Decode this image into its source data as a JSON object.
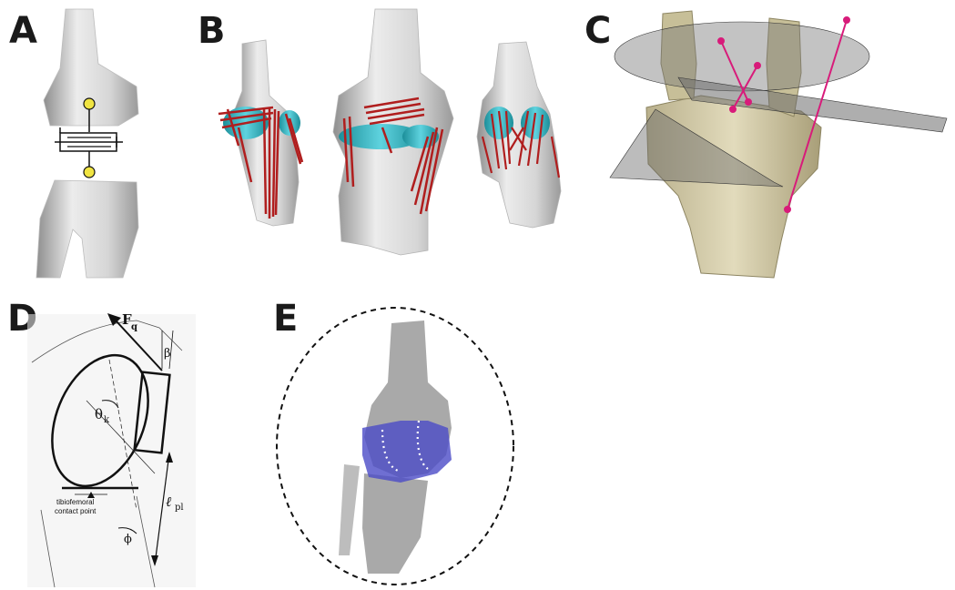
{
  "figure": {
    "panels": [
      {
        "id": "A",
        "letter": "A"
      },
      {
        "id": "B",
        "letter": "B"
      },
      {
        "id": "C",
        "letter": "C"
      },
      {
        "id": "D",
        "letter": "D"
      },
      {
        "id": "E",
        "letter": "E"
      }
    ],
    "panel_d": {
      "force_label": "F",
      "force_subscript": "q",
      "beta": "β",
      "theta": "θ",
      "theta_sub": "k",
      "contact_line1": "tibiofemoral",
      "contact_line2": "contact point",
      "length_label": "ℓ",
      "length_sub": "pl",
      "phi": "ϕ"
    },
    "colors": {
      "bone": "#dcdcdc",
      "ligament": "#b01e1e",
      "cartilage": "#27b5c3",
      "tan_bone": "#d9d2b0",
      "magenta": "#d81b7a",
      "translucent_bone": "#a9a9a9",
      "cartilage_blue": "#4b4bc7",
      "joint_marker": "#f0e442"
    },
    "icons": [
      "mechanism-joint-icon"
    ]
  }
}
